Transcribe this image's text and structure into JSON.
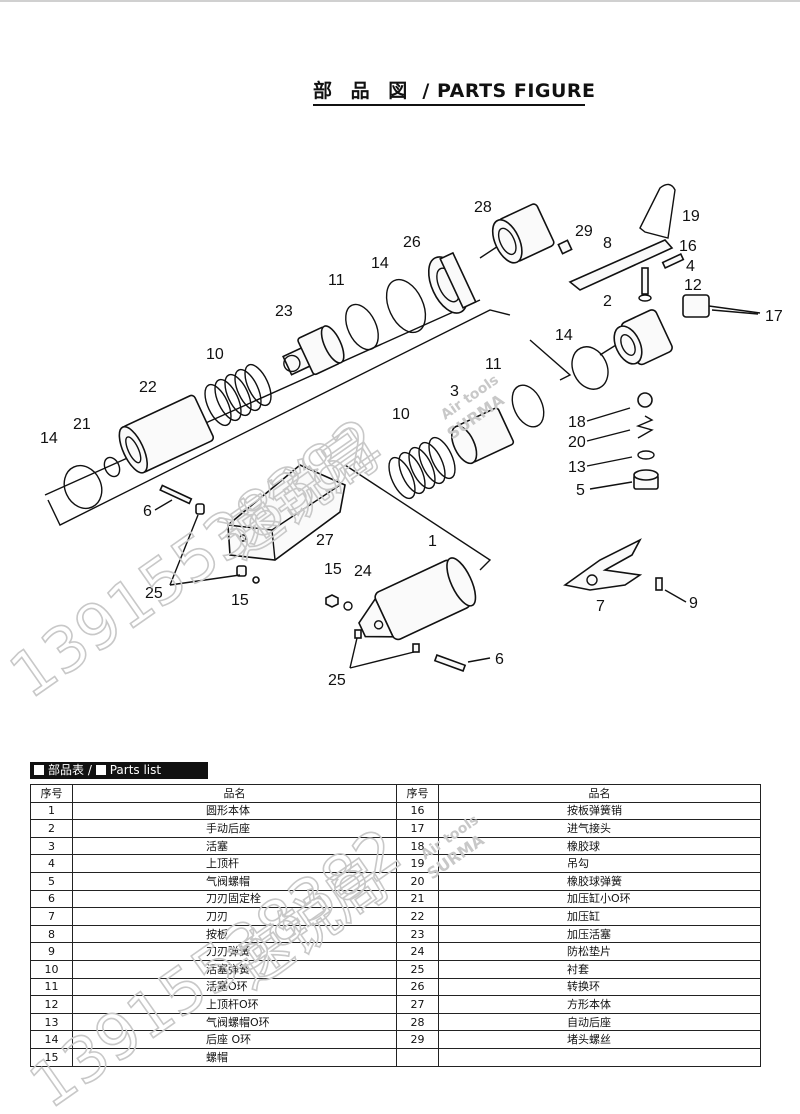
{
  "figure": {
    "title_cn": "部 品 図",
    "title_sep": "/",
    "title_en": "PARTS FIGURE"
  },
  "callouts": {
    "c1": "1",
    "c2": "2",
    "c3": "3",
    "c4": "4",
    "c5": "5",
    "c6a": "6",
    "c6b": "6",
    "c7": "7",
    "c8": "8",
    "c9": "9",
    "c10a": "10",
    "c10b": "10",
    "c11a": "11",
    "c11b": "11",
    "c12": "12",
    "c13": "13",
    "c14a": "14",
    "c14b": "14",
    "c14c": "14",
    "c15a": "15",
    "c15b": "15",
    "c16": "16",
    "c17": "17",
    "c18": "18",
    "c19": "19",
    "c20": "20",
    "c21": "21",
    "c22": "22",
    "c23": "23",
    "c24": "24",
    "c25a": "25",
    "c25b": "25",
    "c26": "26",
    "c27": "27",
    "c28": "28",
    "c29": "29"
  },
  "watermark": {
    "phone_main": "13915538382",
    "brand_cn": "速锐局",
    "logo_text": "Air tools",
    "logo_brand": "SURMA"
  },
  "parts_list": {
    "header_cn": "部品表",
    "header_sep": "/",
    "header_en": "Parts list",
    "col_no": "序号",
    "col_name": "品名",
    "left": [
      {
        "no": "1",
        "name": "圆形本体"
      },
      {
        "no": "2",
        "name": "手动后座"
      },
      {
        "no": "3",
        "name": "活塞"
      },
      {
        "no": "4",
        "name": "上顶杆"
      },
      {
        "no": "5",
        "name": "气阀螺帽"
      },
      {
        "no": "6",
        "name": "刀刃固定栓"
      },
      {
        "no": "7",
        "name": "刀刃"
      },
      {
        "no": "8",
        "name": "按板"
      },
      {
        "no": "9",
        "name": "刀刃弹簧"
      },
      {
        "no": "10",
        "name": "活塞弹簧"
      },
      {
        "no": "11",
        "name": "活塞O环"
      },
      {
        "no": "12",
        "name": "上顶杆O环"
      },
      {
        "no": "13",
        "name": "气阀螺帽O环"
      },
      {
        "no": "14",
        "name": "后座 O环"
      },
      {
        "no": "15",
        "name": "螺帽"
      }
    ],
    "right": [
      {
        "no": "16",
        "name": "按板弹簧销"
      },
      {
        "no": "17",
        "name": "进气接头"
      },
      {
        "no": "18",
        "name": "橡胶球"
      },
      {
        "no": "19",
        "name": "吊勾"
      },
      {
        "no": "20",
        "name": "橡胶球弹簧"
      },
      {
        "no": "21",
        "name": "加压缸小O环"
      },
      {
        "no": "22",
        "name": "加压缸"
      },
      {
        "no": "23",
        "name": "加压活塞"
      },
      {
        "no": "24",
        "name": "防松垫片"
      },
      {
        "no": "25",
        "name": "衬套"
      },
      {
        "no": "26",
        "name": "转换环"
      },
      {
        "no": "27",
        "name": "方形本体"
      },
      {
        "no": "28",
        "name": "自动后座"
      },
      {
        "no": "29",
        "name": "堵头螺丝"
      },
      {
        "no": "",
        "name": ""
      }
    ]
  }
}
